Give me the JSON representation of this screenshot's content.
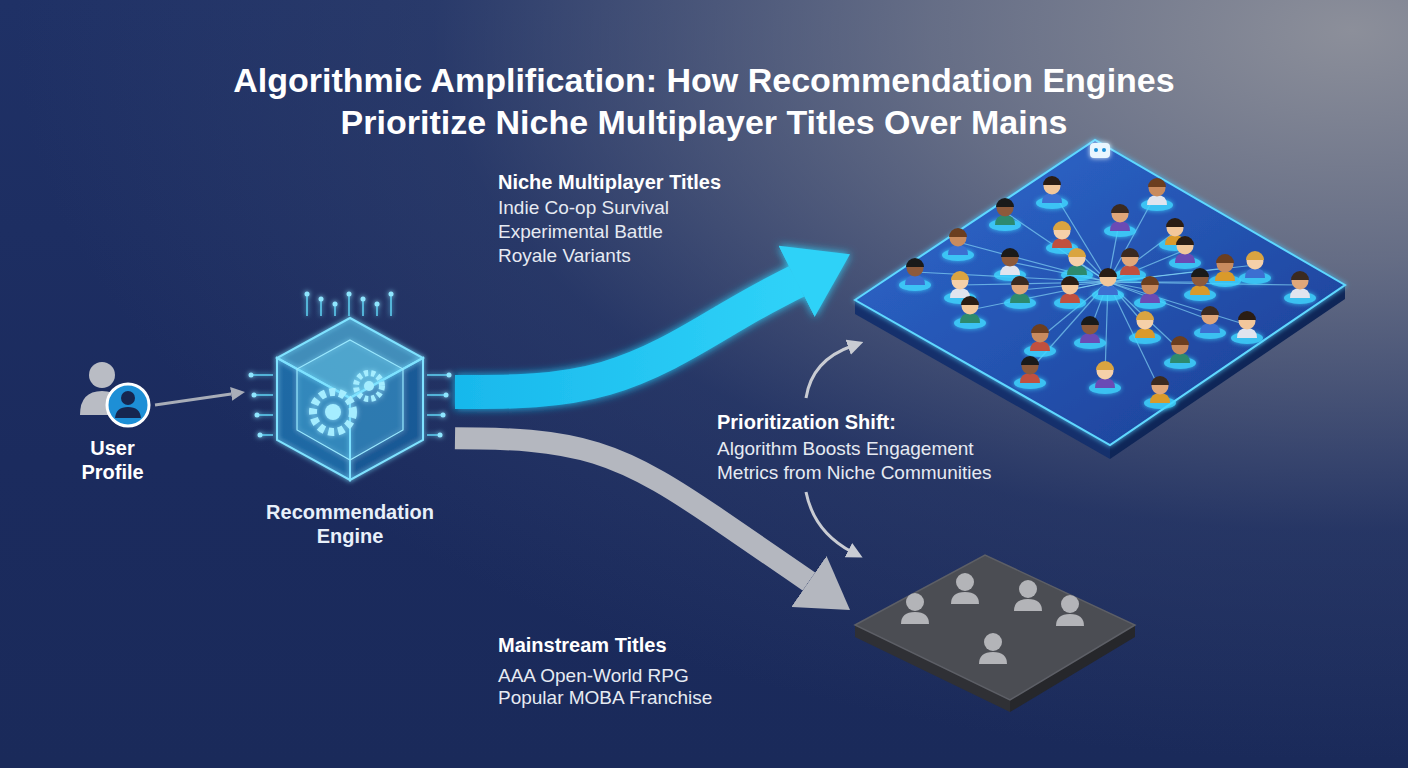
{
  "diagram": {
    "title": "Algorithmic Amplification: How Recommendation Engines Prioritize Niche Multiplayer Titles Over Mains",
    "nodes": [
      {
        "text": [
          "User Profile"
        ]
      },
      {
        "text": [
          "Recommendation Engine"
        ]
      },
      {
        "text": [
          "Niche Multiplayer Titles",
          "Indie Co-op Survival",
          "Experimental Battle Royale Variants"
        ]
      },
      {
        "text": [
          "Mainstream Titles",
          "AAA Open-World RPG",
          "Popular MOBA Franchise"
        ]
      }
    ],
    "edges": [
      {
        "from": 0,
        "to": 1,
        "arrow": "to"
      },
      {
        "from": 1,
        "to": 2,
        "arrow": "to"
      },
      {
        "from": 1,
        "to": 3,
        "arrow": "to"
      }
    ],
    "labels": [
      "Prioritization Shift:",
      "Algorithm Boosts Engagement Metrics from Niche Communities"
    ]
  }
}
